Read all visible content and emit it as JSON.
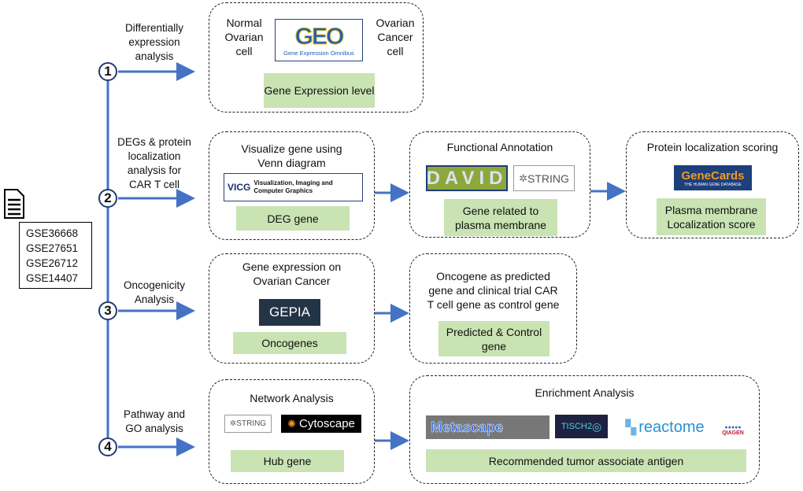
{
  "datasets": [
    "GSE36668",
    "GSE27651",
    "GSE26712",
    "GSE14407"
  ],
  "steps": [
    {
      "num": "1",
      "label": [
        "Differentially",
        "expression",
        "analysis"
      ]
    },
    {
      "num": "2",
      "label": [
        "DEGs & protein",
        "localization",
        "analysis  for",
        "CAR T cell"
      ]
    },
    {
      "num": "3",
      "label": [
        "Oncogenicity",
        "Analysis"
      ]
    },
    {
      "num": "4",
      "label": [
        "Pathway and",
        "GO analysis"
      ]
    }
  ],
  "box1": {
    "left": [
      "Normal",
      "Ovarian",
      "cell"
    ],
    "right": [
      "Ovarian",
      "Cancer",
      "cell"
    ],
    "logo": "GEO",
    "logo_sub": "Gene Expression Omnibus",
    "result": "Gene Expression level"
  },
  "box2": {
    "title": [
      "Visualize gene using",
      "Venn diagram"
    ],
    "logo": "VICG",
    "logo_sub": "Visualization, Imaging and Computer Graphics",
    "result": "DEG gene"
  },
  "box3": {
    "title": "Functional Annotation",
    "logos": [
      "DAVID",
      "STRING"
    ],
    "result": "Gene related to plasma membrane"
  },
  "box4": {
    "title": "Protein localization scoring",
    "logo": "GeneCards",
    "logo_sub": "THE HUMAN GENE DATABASE",
    "result": "Plasma membrane Localization score"
  },
  "box5": {
    "title": [
      "Gene expression on",
      "Ovarian Cancer"
    ],
    "logo": "GEPIA",
    "result": "Oncogenes"
  },
  "box6": {
    "title": [
      "Oncogene as predicted",
      "gene and clinical trial CAR",
      "T cell gene as control gene"
    ],
    "result": "Predicted & Control gene"
  },
  "box7": {
    "title": "Network Analysis",
    "logos": [
      "STRING",
      "Cytoscape"
    ],
    "result": "Hub gene"
  },
  "box8": {
    "title": "Enrichment Analysis",
    "logos": [
      "Metascape",
      "TISCH2",
      "reactome",
      "QIAGEN"
    ],
    "result": "Recommended tumor associate antigen"
  },
  "colors": {
    "arrow": "#4472c4",
    "result_fill": "#c9e3b3"
  }
}
